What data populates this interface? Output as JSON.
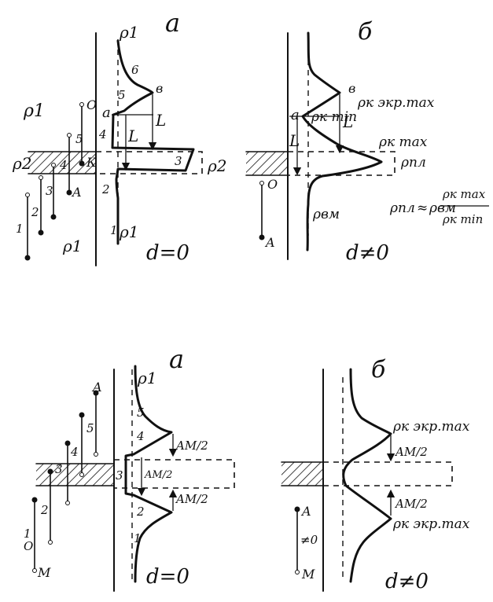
{
  "panels": {
    "top_a": {
      "letter": "a",
      "condition": "d=0",
      "rho1_top": "ρ1",
      "rho1_bottom": "ρ1",
      "rho1_left": "ρ1",
      "rho1_lower_left": "ρ1",
      "rho2_left": "ρ2",
      "rho2_right": "ρ2",
      "point_a": "a",
      "point_b": "в",
      "L_upper": "L",
      "L_lower": "L",
      "curve_numbers": [
        "1",
        "2",
        "3",
        "4",
        "5",
        "6"
      ],
      "probe_numbers": [
        "1",
        "2",
        "3",
        "4",
        "5"
      ],
      "probe_O": "O",
      "probe_A": "A",
      "probe_K": "К"
    },
    "top_b": {
      "letter": "б",
      "condition": "d≠0",
      "point_a": "a",
      "point_b": "в",
      "rho_k_ekr_max": "ρк экр.max",
      "rho_k_min": "ρк min",
      "rho_k_max": "ρк max",
      "rho_pl": "ρпл",
      "rho_vm": "ρвм",
      "L_left": "L",
      "L_right": "L",
      "probe_O": "O",
      "probe_A": "A",
      "formula_lhs": "ρпл",
      "formula_approx": "≈",
      "formula_mid": "ρвм",
      "formula_num": "ρк max",
      "formula_den": "ρк min"
    },
    "bottom_a": {
      "letter": "a",
      "condition": "d=0",
      "rho1": "ρ1",
      "am2_upper": "AM/2",
      "am2_mid": "AM/2",
      "am2_lower": "AM/2",
      "curve_numbers": [
        "1",
        "2",
        "3",
        "4",
        "5"
      ],
      "probe_numbers": [
        "1",
        "2",
        "3",
        "4",
        "5"
      ],
      "probe_A": "A",
      "probe_M": "M",
      "probe_O": "O"
    },
    "bottom_b": {
      "letter": "б",
      "condition": "d≠0",
      "rho_upper": "ρк экр.max",
      "rho_lower": "ρк экр.max",
      "am2_upper": "AM/2",
      "am2_lower": "AM/2",
      "probe_A": "A",
      "probe_O": "≠0",
      "probe_M": "M"
    }
  }
}
